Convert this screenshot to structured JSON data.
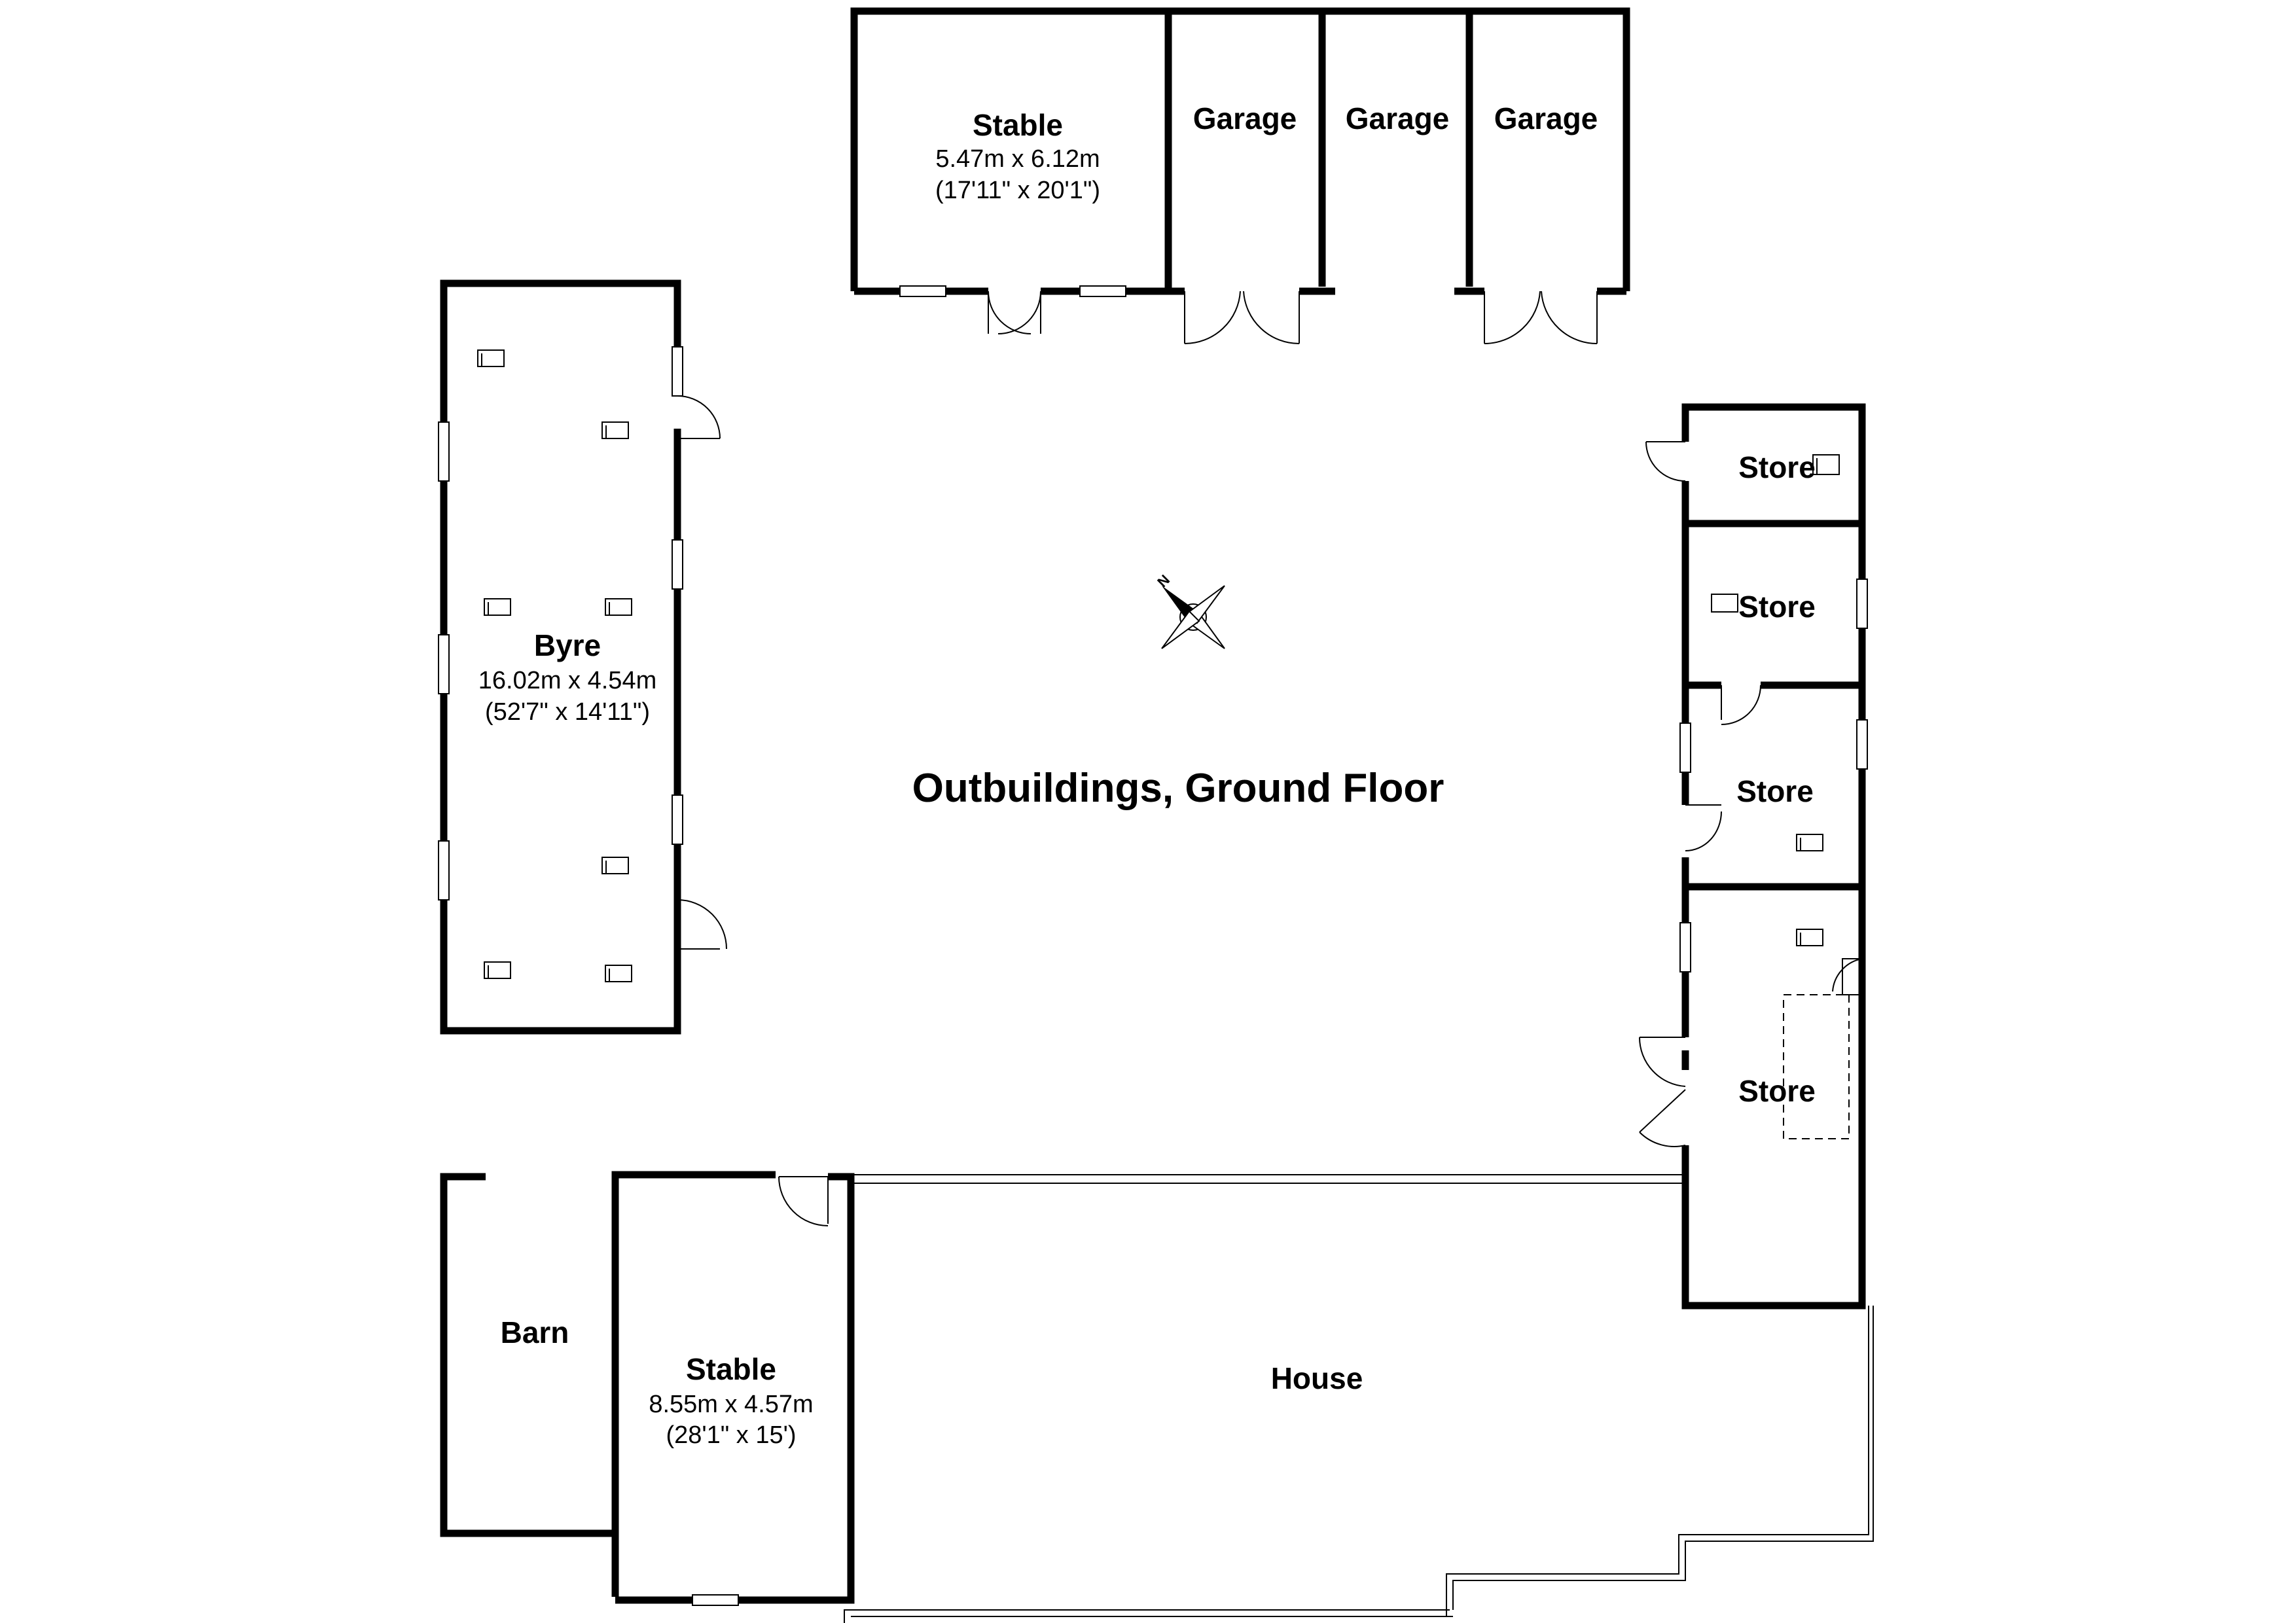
{
  "plan_title": "Outbuildings, Ground Floor",
  "rooms": {
    "stable_top": {
      "name": "Stable",
      "metric": "5.47m x 6.12m",
      "imperial": "(17'11\" x 20'1\")"
    },
    "garage_1": {
      "name": "Garage"
    },
    "garage_2": {
      "name": "Garage"
    },
    "garage_3": {
      "name": "Garage"
    },
    "byre": {
      "name": "Byre",
      "metric": "16.02m x 4.54m",
      "imperial": "(52'7\" x 14'11\")"
    },
    "store_1": {
      "name": "Store"
    },
    "store_2": {
      "name": "Store"
    },
    "store_3": {
      "name": "Store"
    },
    "store_4": {
      "name": "Store"
    },
    "barn": {
      "name": "Barn"
    },
    "stable_bottom": {
      "name": "Stable",
      "metric": "8.55m x 4.57m",
      "imperial": "(28'1\" x 15')"
    },
    "house": {
      "name": "House"
    }
  },
  "compass": {
    "north_label": "N"
  }
}
